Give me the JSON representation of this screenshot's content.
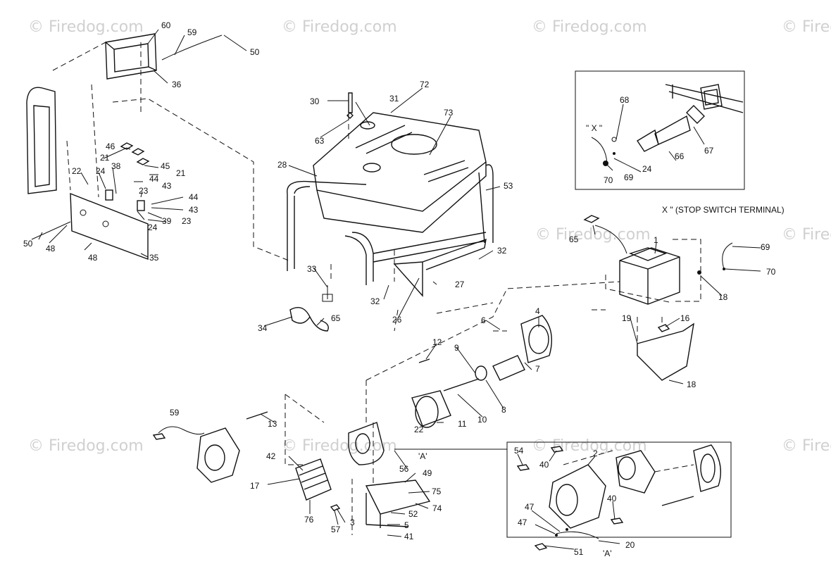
{
  "watermark": "© Firedog.com",
  "notes": {
    "stop_switch": "X \" (STOP SWITCH TERMINAL)",
    "inset_x": "\" X \"",
    "marker_a_top": "'A'",
    "marker_a_bottom": "'A'"
  },
  "callouts": [
    "60",
    "59",
    "50",
    "36",
    "22",
    "24",
    "38",
    "46",
    "21",
    "45",
    "21",
    "44",
    "43",
    "23",
    "44",
    "43",
    "23",
    "24",
    "39",
    "50",
    "48",
    "48",
    "35",
    "30",
    "31",
    "72",
    "63",
    "73",
    "28",
    "53",
    "33",
    "34",
    "65",
    "32",
    "27",
    "32",
    "26",
    "68",
    "24",
    "69",
    "70",
    "66",
    "67",
    "65",
    "1",
    "69",
    "70",
    "18",
    "19",
    "16",
    "18",
    "6",
    "4",
    "12",
    "9",
    "7",
    "8",
    "10",
    "13",
    "22",
    "11",
    "59",
    "42",
    "56",
    "49",
    "17",
    "75",
    "74",
    "52",
    "5",
    "41",
    "76",
    "57",
    "3",
    "54",
    "40",
    "2",
    "40",
    "47",
    "47",
    "51",
    "20"
  ]
}
